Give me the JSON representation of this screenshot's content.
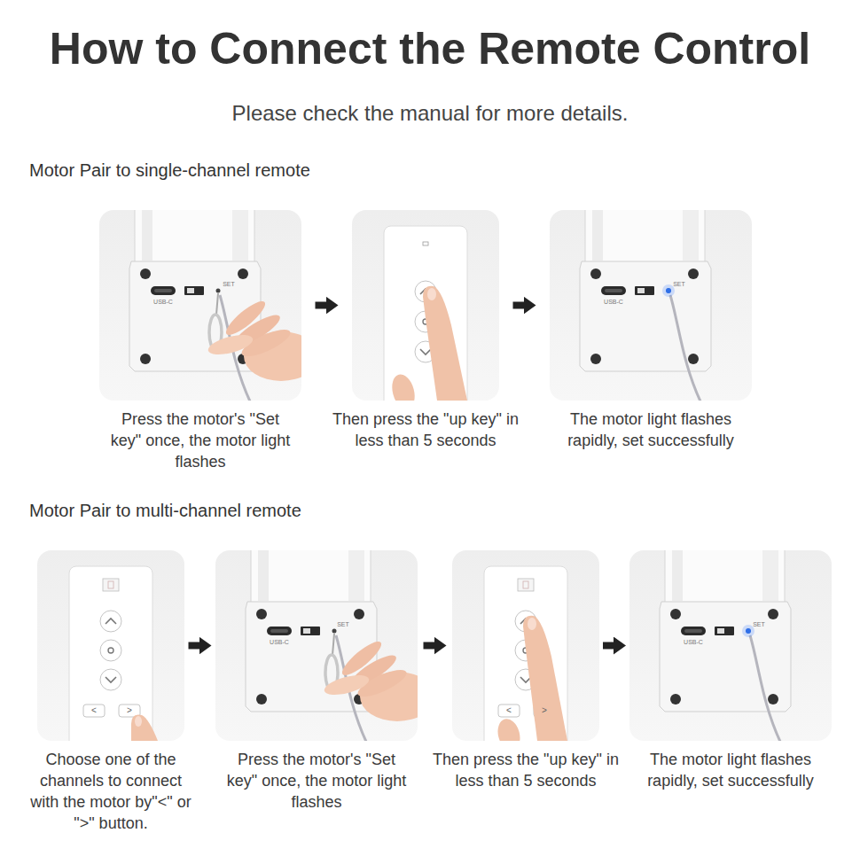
{
  "diagram": {
    "title": "How to Connect the Remote Control",
    "nodes": [
      {
        "text": [
          "Press the motor's \"Set key\" once, the motor light flashes"
        ]
      },
      {
        "text": [
          "Then press the \"up key\" in less than 5 seconds"
        ]
      },
      {
        "text": [
          "The motor light flashes rapidly, set successfully"
        ]
      },
      {
        "text": [
          "Choose one of the channels to connect with the motor by\"<\" or \">\" button."
        ]
      },
      {
        "text": [
          "Press the motor's \"Set key\" once, the motor light flashes"
        ]
      },
      {
        "text": [
          "Then press the \"up key\" in less than 5 seconds"
        ]
      },
      {
        "text": [
          "The motor light flashes rapidly, set successfully"
        ]
      }
    ],
    "edges": [
      {
        "from": 0,
        "to": 1,
        "arrow": "to"
      },
      {
        "from": 1,
        "to": 2,
        "arrow": "to"
      },
      {
        "from": 3,
        "to": 4,
        "arrow": "to"
      },
      {
        "from": 4,
        "to": 5,
        "arrow": "to"
      },
      {
        "from": 5,
        "to": 6,
        "arrow": "to"
      }
    ],
    "labels": [
      "Please check the manual for more details.",
      "Motor Pair to single-channel remote",
      "USB-C",
      "SET",
      "USB-C",
      "SET",
      "Motor Pair to multi-channel remote",
      "<",
      ">",
      "USB-C",
      "SET",
      "<",
      ">",
      "USB-C",
      "SET"
    ]
  }
}
